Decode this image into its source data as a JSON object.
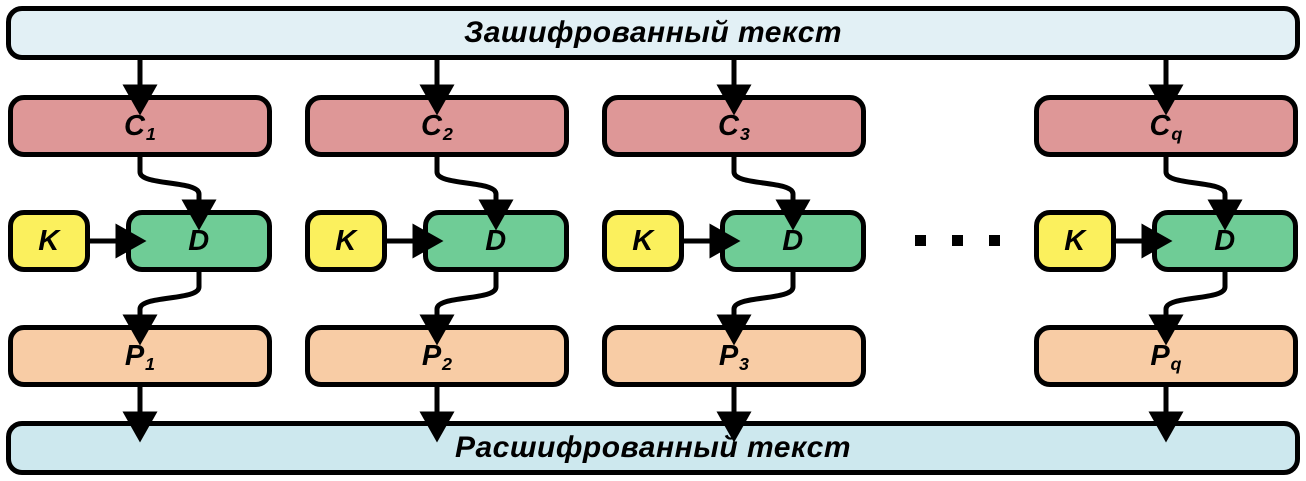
{
  "diagram": {
    "title_top": "Зашифрованный текст",
    "title_bottom": "Расшифрованный текст",
    "colors": {
      "banner_top": "#E2F0F5",
      "banner_bottom": "#CDE8EE",
      "ciphertext_block": "#DE9797",
      "plaintext_block": "#F8CCA5",
      "decrypt_block": "#6FCC96",
      "key_block": "#FBF05D",
      "stroke": "#000000"
    },
    "ellipsis": "...",
    "columns": [
      {
        "cipher_letter": "C",
        "cipher_sub": "1",
        "key_label": "K",
        "decrypt_label": "D",
        "plain_letter": "P",
        "plain_sub": "1"
      },
      {
        "cipher_letter": "C",
        "cipher_sub": "2",
        "key_label": "K",
        "decrypt_label": "D",
        "plain_letter": "P",
        "plain_sub": "2"
      },
      {
        "cipher_letter": "C",
        "cipher_sub": "3",
        "key_label": "K",
        "decrypt_label": "D",
        "plain_letter": "P",
        "plain_sub": "3"
      },
      {
        "cipher_letter": "C",
        "cipher_sub": "q",
        "key_label": "K",
        "decrypt_label": "D",
        "plain_letter": "P",
        "plain_sub": "q"
      }
    ]
  }
}
